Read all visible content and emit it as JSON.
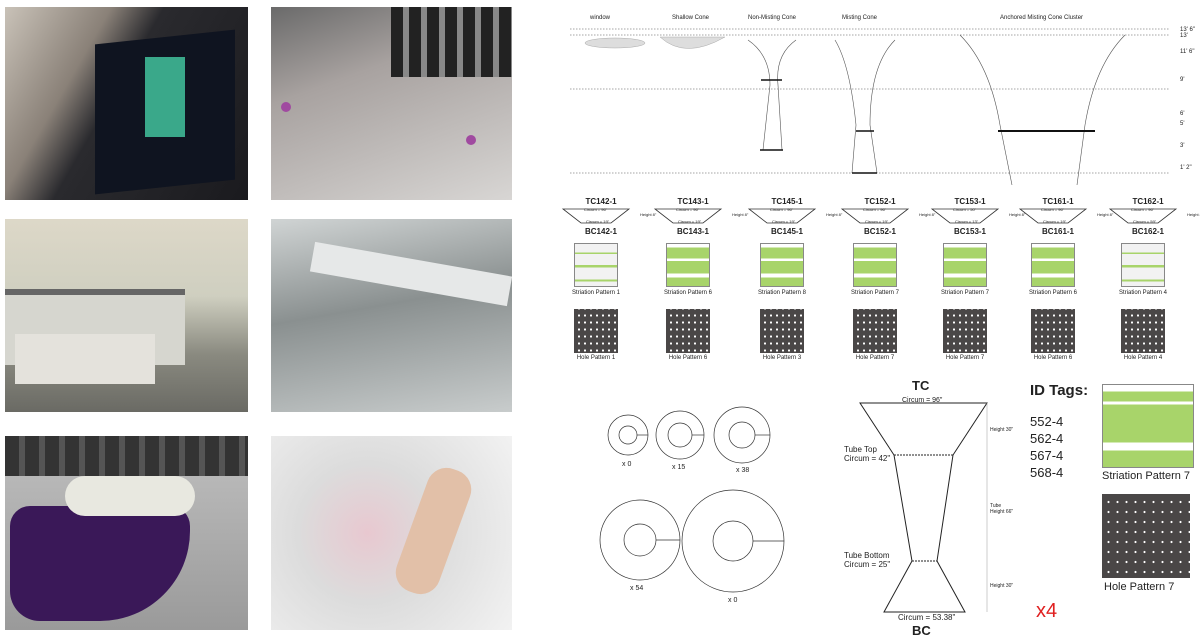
{
  "photos": [
    {
      "name": "designer-at-computer-screen",
      "color": "#5a4a3a"
    },
    {
      "name": "yarn-tensioners",
      "color": "#b0aaa8"
    },
    {
      "name": "knitting-machine-room",
      "color": "#cfcfc2"
    },
    {
      "name": "knitting-machine-closeup",
      "color": "#9a9c9c"
    },
    {
      "name": "purple-knit-output",
      "color": "#3a1a5a"
    },
    {
      "name": "white-lace-knit-in-hand",
      "color": "#d8d2d2"
    }
  ],
  "elevation": {
    "titles": [
      "window",
      "Shallow Cone",
      "Non-Misting Cone",
      "Misting Cone",
      "Anchored Misting Cone Cluster"
    ],
    "levels": [
      "13' 6\"",
      "13'",
      "11' 6\"",
      "9'",
      "6'",
      "5'",
      "3'",
      "1' 2\""
    ]
  },
  "units": [
    {
      "tc": "TC142-1",
      "bc": "BC142-1",
      "top": "Circum = 96\"",
      "bottom": "Circum = 19\"",
      "height": "Height 8\"",
      "striation": "Striation Pattern 1",
      "hole": "Hole Pattern 1",
      "green": false
    },
    {
      "tc": "TC143-1",
      "bc": "BC143-1",
      "top": "Circum = 96\"",
      "bottom": "Circum = 19\"",
      "height": "Height 8\"",
      "striation": "Striation Pattern 6",
      "hole": "Hole Pattern 6",
      "green": true
    },
    {
      "tc": "TC145-1",
      "bc": "BC145-1",
      "top": "Circum = 96\"",
      "bottom": "Circum = 19\"",
      "height": "Height 8\"",
      "striation": "Striation Pattern 8",
      "hole": "Hole Pattern 3",
      "green": true
    },
    {
      "tc": "TC152-1",
      "bc": "BC152-1",
      "top": "Circum = 96\"",
      "bottom": "Circum = 19\"",
      "height": "Height 8\"",
      "striation": "Striation Pattern 7",
      "hole": "Hole Pattern 7",
      "green": true
    },
    {
      "tc": "TC153-1",
      "bc": "BC153-1",
      "top": "Circum = 50\"",
      "bottom": "Circum = 13\"",
      "height": "Height 8\"",
      "striation": "Striation Pattern 7",
      "hole": "Hole Pattern 7",
      "green": true
    },
    {
      "tc": "TC161-1",
      "bc": "BC161-1",
      "top": "Circum = 96\"",
      "bottom": "Circum = 19\"",
      "height": "Height 8\"",
      "striation": "Striation Pattern 6",
      "hole": "Hole Pattern 6",
      "green": true
    },
    {
      "tc": "TC162-1",
      "bc": "BC162-1",
      "top": "Circum = 96\"",
      "bottom": "Circum = 59\"",
      "height": "Height 8\"",
      "striation": "Striation Pattern 4",
      "hole": "Hole Pattern 4",
      "green": false
    }
  ],
  "rings": [
    {
      "count": "x 0"
    },
    {
      "count": "x 15"
    },
    {
      "count": "x 38"
    },
    {
      "count": "x 54"
    },
    {
      "count": "x 0"
    }
  ],
  "tube": {
    "tc": "TC",
    "bc": "BC",
    "top_circum": "Circum = 96\"",
    "tube_top": "Tube Top",
    "tube_top_circum": "Circum = 42\"",
    "tube_bottom": "Tube Bottom",
    "tube_bottom_circum": "Circum = 25\"",
    "bottom_circum": "Circum = 53.38\"",
    "height_top": "Height 30\"",
    "tube_height_1": "Tube",
    "tube_height_2": "Height 66\"",
    "height_bottom": "Height 30\""
  },
  "id_tags": {
    "title": "ID Tags:",
    "tags": [
      "552-4",
      "562-4",
      "567-4",
      "568-4"
    ],
    "multiplier": "x4",
    "multiplier_color": "#e02020"
  },
  "legend": {
    "striation": "Striation Pattern 7",
    "hole": "Hole Pattern 7"
  },
  "colors": {
    "green": "#a8d46a",
    "hole_bg": "#4a4747"
  }
}
